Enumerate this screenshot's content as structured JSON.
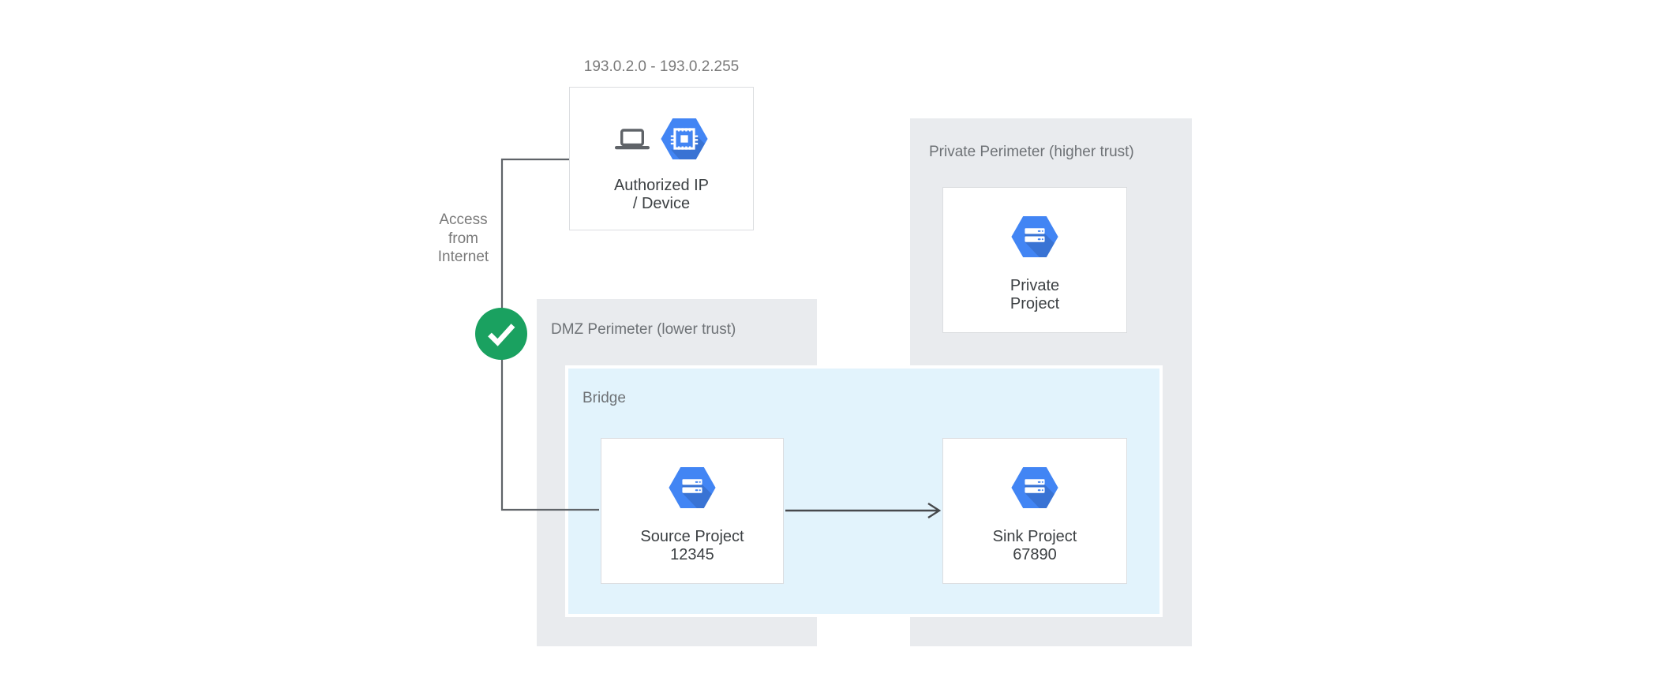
{
  "title": "VPC Service Controls perimeter diagram",
  "colors": {
    "canvas": "#ffffff",
    "perimeter": "#e9ebee",
    "bridge": "#e2f3fc",
    "box-border": "#dbdde0",
    "hex-blue": "#4285f4",
    "green": "#1aa160",
    "line": "#5f6368",
    "arrow": "#47494c",
    "laptop": "#5f6368",
    "text-dark": "#3c4043",
    "text-gray": "#6e7276",
    "text-note": "#7a7a7a"
  },
  "ip_range": {
    "text": "193.0.2.0 - 193.0.2.255"
  },
  "authorized": {
    "line1": "Authorized IP",
    "line2": "/ Device",
    "icons": [
      "laptop-icon",
      "compute-engine-hexagon-icon"
    ]
  },
  "access": {
    "line1": "Access",
    "line2": "from",
    "line3": "Internet"
  },
  "status": {
    "icon": "check-circle-icon"
  },
  "dmz": {
    "label": "DMZ Perimeter (lower trust)"
  },
  "bridge": {
    "label": "Bridge"
  },
  "source": {
    "line1": "Source Project",
    "line2": "12345",
    "icon": "gcp-project-hexagon-icon"
  },
  "sink": {
    "line1": "Sink Project",
    "line2": "67890",
    "icon": "gcp-project-hexagon-icon"
  },
  "private_perimeter": {
    "label": "Private Perimeter (higher trust)"
  },
  "private_project": {
    "line1": "Private",
    "line2": "Project",
    "icon": "gcp-project-hexagon-icon"
  }
}
